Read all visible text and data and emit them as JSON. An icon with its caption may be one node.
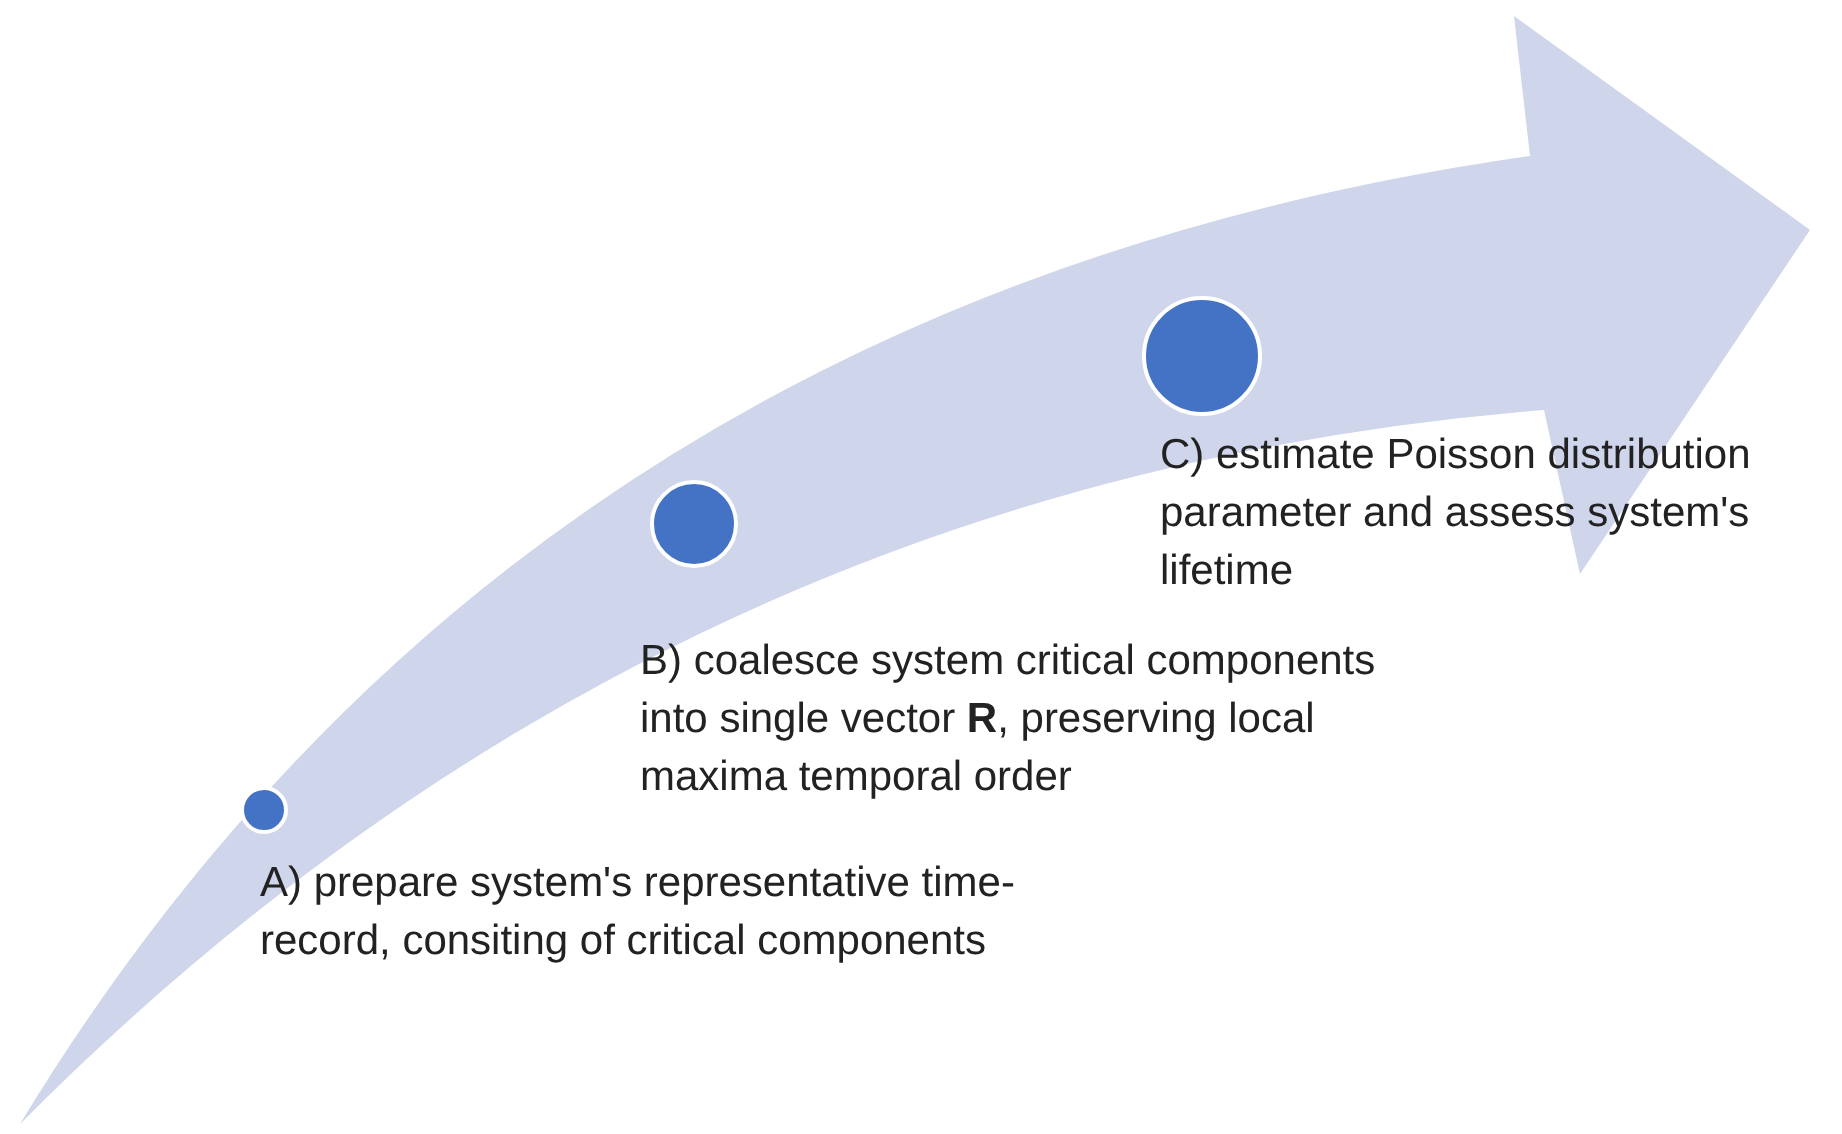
{
  "diagram": {
    "nodes": [
      {
        "text": [],
        "shape": "circle",
        "beside": [
          "A) prepare system's representative time-record, consiting of critical components"
        ]
      },
      {
        "text": [],
        "shape": "circle",
        "beside": [
          "B) coalesce system critical components into single vector **R**, preserving local maxima temporal order"
        ]
      },
      {
        "text": [],
        "shape": "circle",
        "beside": [
          "C) estimate Poisson distribution parameter and assess system's lifetime"
        ]
      }
    ]
  }
}
